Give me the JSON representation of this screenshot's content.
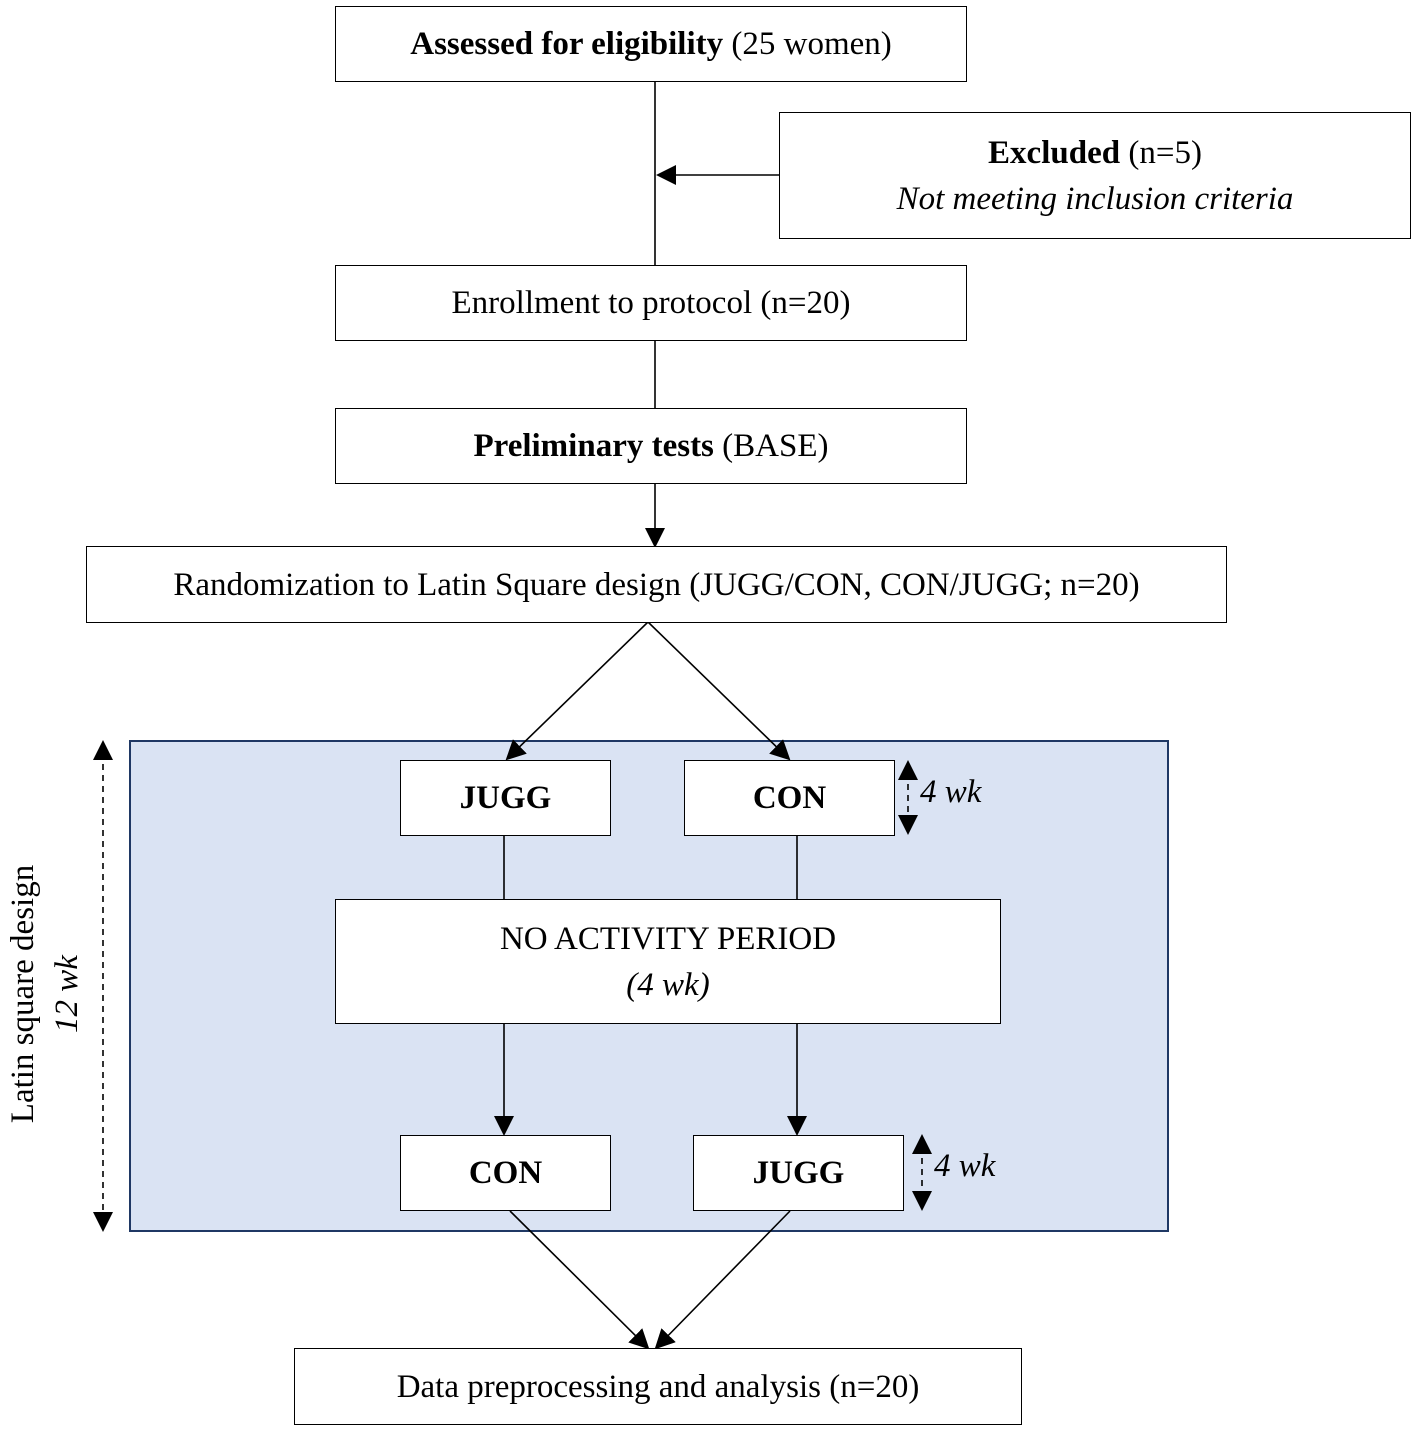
{
  "nodes": {
    "assessed": {
      "bold": "Assessed for eligibility",
      "rest": " (25 women)"
    },
    "excluded": {
      "bold": "Excluded",
      "rest": " (n=5)",
      "reason": "Not meeting inclusion criteria"
    },
    "enrollment": {
      "text": "Enrollment to protocol (n=20)"
    },
    "preliminary": {
      "bold": "Preliminary tests",
      "rest": " (BASE)"
    },
    "randomization": {
      "text": "Randomization to Latin Square design (JUGG/CON, CON/JUGG; n=20)"
    },
    "jugg_1": {
      "text": "JUGG"
    },
    "con_1": {
      "text": "CON"
    },
    "no_activity": {
      "text": "NO ACTIVITY PERIOD",
      "duration": "(4 wk)"
    },
    "con_2": {
      "text": "CON"
    },
    "jugg_2": {
      "text": "JUGG"
    },
    "analysis": {
      "text": "Data preprocessing and analysis (n=20)"
    }
  },
  "durations": {
    "period_1": "4 wk",
    "period_2": "4 wk"
  },
  "latin_square": {
    "title": "Latin square design",
    "duration": "12 wk"
  },
  "colors": {
    "panel_fill": "#dae3f3",
    "panel_border": "#1f3864",
    "lines": "#000000"
  }
}
